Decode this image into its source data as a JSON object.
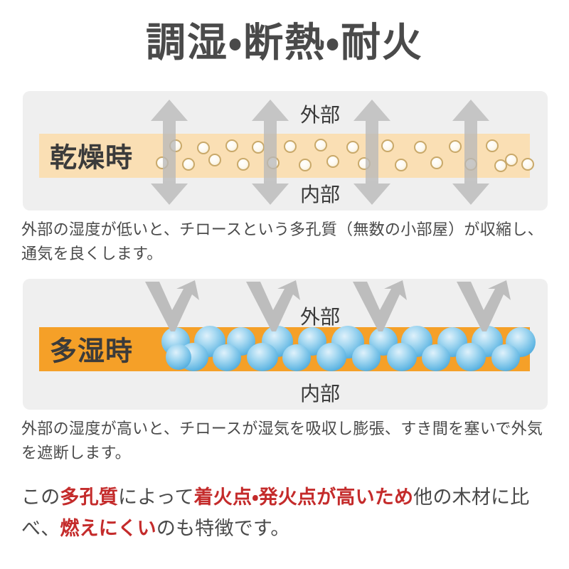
{
  "title": "調湿・断熱・耐火",
  "colors": {
    "panel_bg": "#efefef",
    "band_dry": "#fadfb4",
    "band_wet": "#f5a028",
    "arrow_gray": "#b9b9b9",
    "sphere_blue": "#66b9e4",
    "pore_outline": "#c9a96a",
    "text_dark": "#4a4a4a",
    "highlight_red": "#c42b2b"
  },
  "panels": [
    {
      "id": "dry",
      "band_label": "乾燥時",
      "outside_label": "外部",
      "inside_label": "内部",
      "arrow_type": "double-vertical",
      "arrow_count": 4
    },
    {
      "id": "wet",
      "band_label": "多湿時",
      "outside_label": "外部",
      "inside_label": "内部",
      "arrow_type": "bounce",
      "arrow_count": 4
    }
  ],
  "captions": {
    "dry": "外部の湿度が低いと、チロースという多孔質（無数の小部屋）が収縮し、通気を良くします。",
    "wet": "外部の湿度が高いと、チロースが湿気を吸収し膨張、すき間を塞いで外気を遮断します。"
  },
  "summary": {
    "seg1": "この",
    "hl1": "多孔質",
    "seg2": "によって",
    "hl2": "着火点・発火点が高いため",
    "seg3": "他の木材に比べ、",
    "hl3": "燃えにくい",
    "seg4": "のも特徴です。"
  }
}
